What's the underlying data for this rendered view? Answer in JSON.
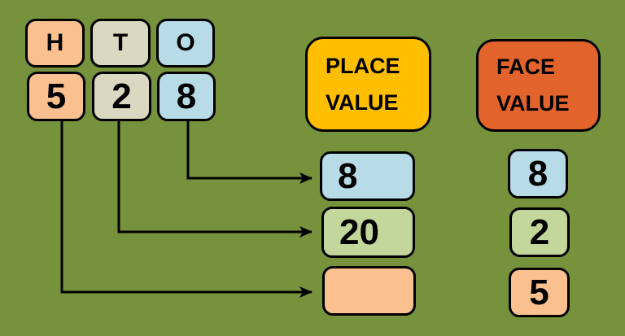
{
  "colors": {
    "background": "#76923C",
    "hundreds_boxes": "#FAC08F",
    "tens_boxes": "#DBD8C2",
    "ones_boxes": "#B7DCE8",
    "tens_result_boxes": "#C3D69B",
    "place_value_heading": "#FFBF00",
    "face_value_heading": "#E2632C",
    "connector_lines": "#000000"
  },
  "hto_grid": {
    "headers": [
      {
        "label": "H"
      },
      {
        "label": "T"
      },
      {
        "label": "O"
      }
    ],
    "digits": [
      {
        "label": "5"
      },
      {
        "label": "2"
      },
      {
        "label": "8"
      }
    ]
  },
  "place_value": {
    "heading_line1": "PLACE",
    "heading_line2": "VALUE",
    "results": [
      {
        "value": "8"
      },
      {
        "value": "20"
      },
      {
        "value": ""
      }
    ]
  },
  "face_value": {
    "heading_line1": "FACE",
    "heading_line2": "VALUE",
    "results": [
      {
        "value": "8"
      },
      {
        "value": "2"
      },
      {
        "value": "5"
      }
    ]
  }
}
